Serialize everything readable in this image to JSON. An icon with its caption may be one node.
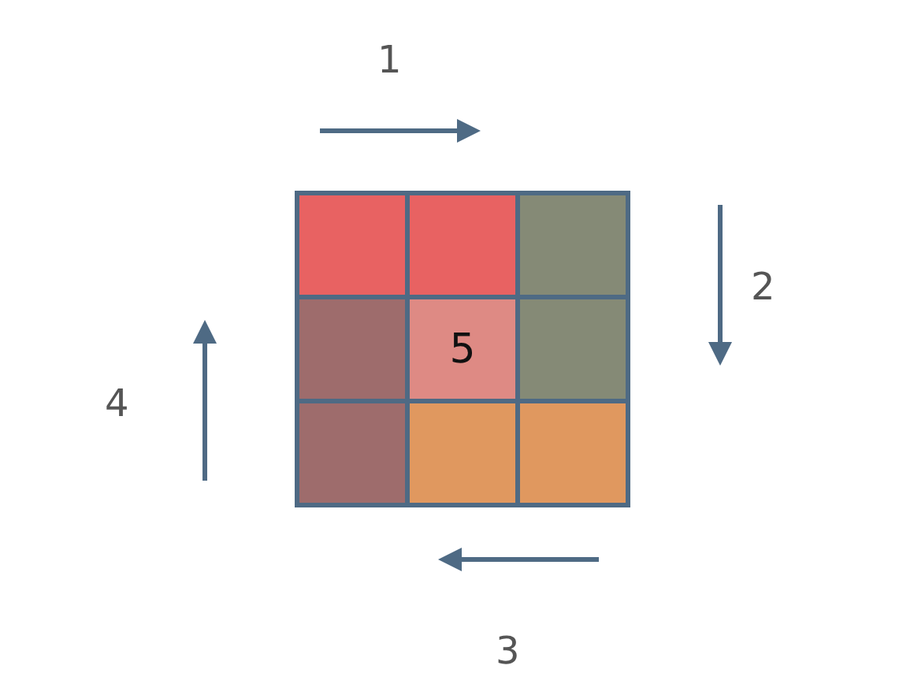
{
  "diagram": {
    "nodes": [
      {
        "text": [],
        "shape": "box"
      },
      {
        "text": [],
        "shape": "box"
      },
      {
        "text": [],
        "shape": "box"
      },
      {
        "text": [],
        "shape": "box"
      },
      {
        "text": [
          "5"
        ]
      },
      {
        "text": [],
        "shape": "box"
      },
      {
        "text": [],
        "shape": "box"
      },
      {
        "text": [],
        "shape": "box"
      },
      {
        "text": [],
        "shape": "box"
      }
    ],
    "labels": [
      "1",
      "2",
      "4",
      "3"
    ]
  }
}
